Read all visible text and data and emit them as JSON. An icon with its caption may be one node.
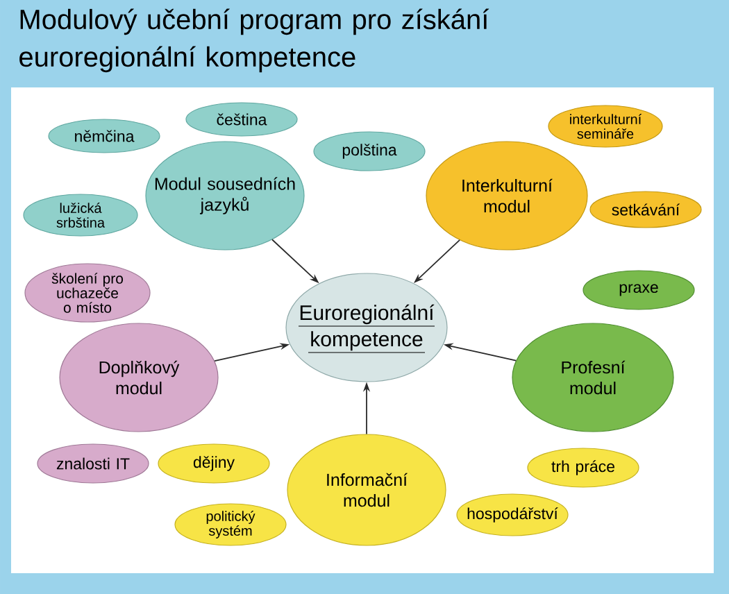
{
  "diagram": {
    "title": "Modulový učební program pro získání euroregionální kompetence",
    "nodes": [
      {
        "text": [
          "Euroregionální kompetence"
        ]
      },
      {
        "text": [
          "Modul sousedních jazyků"
        ]
      },
      {
        "text": [
          "čeština"
        ]
      },
      {
        "text": [
          "němčina"
        ]
      },
      {
        "text": [
          "polština"
        ]
      },
      {
        "text": [
          "lužická srbština"
        ]
      },
      {
        "text": [
          "Interkulturní modul"
        ]
      },
      {
        "text": [
          "interkulturní semináře"
        ]
      },
      {
        "text": [
          "setkávání"
        ]
      },
      {
        "text": [
          "Profesní modul"
        ]
      },
      {
        "text": [
          "praxe"
        ]
      },
      {
        "text": [
          "trh práce"
        ]
      },
      {
        "text": [
          "hospodářství"
        ]
      },
      {
        "text": [
          "Informační modul"
        ]
      },
      {
        "text": [
          "dějiny"
        ]
      },
      {
        "text": [
          "politický systém"
        ]
      },
      {
        "text": [
          "Doplňkový modul"
        ]
      },
      {
        "text": [
          "znalosti IT"
        ]
      },
      {
        "text": [
          "školení pro uchazeče o místo"
        ]
      }
    ],
    "edges": [
      {
        "from": 1,
        "to": 0,
        "arrow": "to"
      },
      {
        "from": 6,
        "to": 0,
        "arrow": "to"
      },
      {
        "from": 9,
        "to": 0,
        "arrow": "to"
      },
      {
        "from": 13,
        "to": 0,
        "arrow": "to"
      },
      {
        "from": 16,
        "to": 0,
        "arrow": "to"
      }
    ]
  }
}
